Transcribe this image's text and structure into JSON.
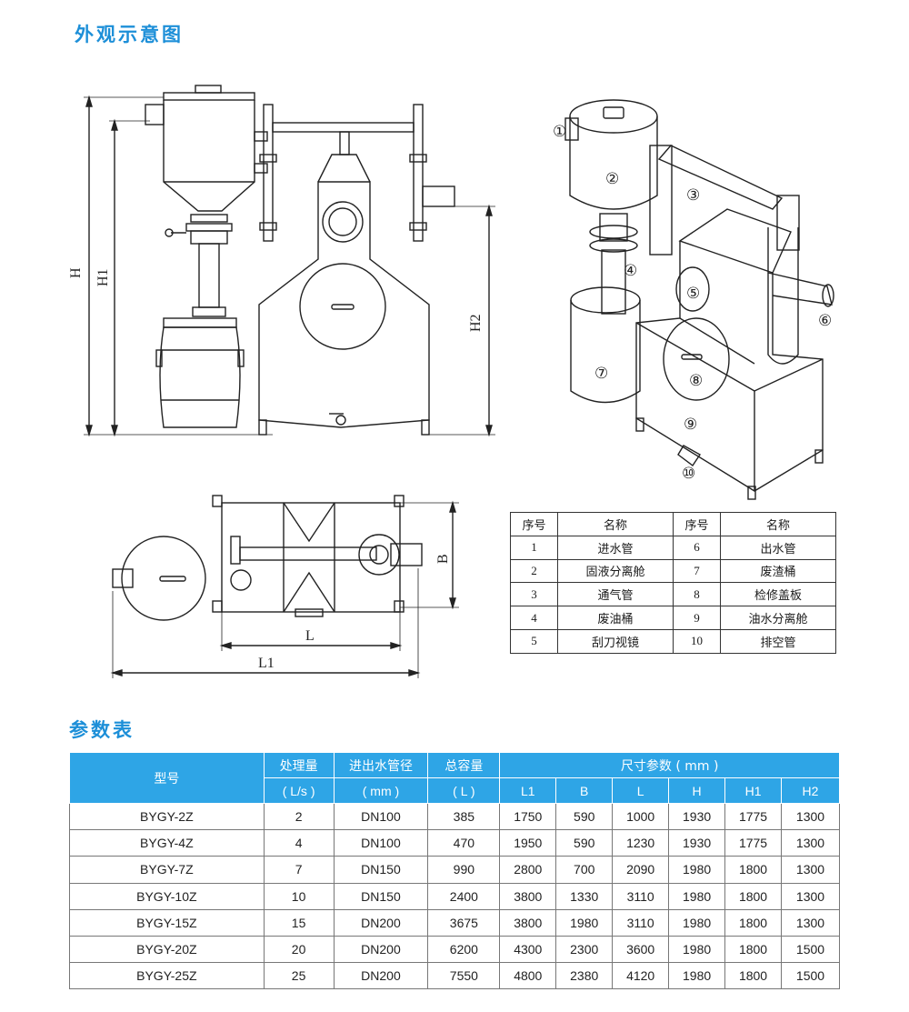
{
  "section1_title": "外观示意图",
  "section2_title": "参数表",
  "dimension_labels": {
    "H": "H",
    "H1": "H1",
    "H2": "H2",
    "B": "B",
    "L": "L",
    "L1": "L1"
  },
  "callouts": [
    "①",
    "②",
    "③",
    "④",
    "⑤",
    "⑥",
    "⑦",
    "⑧",
    "⑨",
    "⑩"
  ],
  "parts_table": {
    "headers": [
      "序号",
      "名称",
      "序号",
      "名称"
    ],
    "rows": [
      [
        "1",
        "进水管",
        "6",
        "出水管"
      ],
      [
        "2",
        "固液分离舱",
        "7",
        "废渣桶"
      ],
      [
        "3",
        "通气管",
        "8",
        "检修盖板"
      ],
      [
        "4",
        "废油桶",
        "9",
        "油水分离舱"
      ],
      [
        "5",
        "刮刀视镜",
        "10",
        "排空管"
      ]
    ]
  },
  "params_table": {
    "header_model": "型号",
    "header_flow": "处理量",
    "header_flow_unit": "( L/s )",
    "header_pipe": "进出水管径",
    "header_pipe_unit": "( mm )",
    "header_volume": "总容量",
    "header_volume_unit": "( L )",
    "header_dims": "尺寸参数 ( mm )",
    "dim_columns": [
      "L1",
      "B",
      "L",
      "H",
      "H1",
      "H2"
    ],
    "rows": [
      [
        "BYGY-2Z",
        "2",
        "DN100",
        "385",
        "1750",
        "590",
        "1000",
        "1930",
        "1775",
        "1300"
      ],
      [
        "BYGY-4Z",
        "4",
        "DN100",
        "470",
        "1950",
        "590",
        "1230",
        "1930",
        "1775",
        "1300"
      ],
      [
        "BYGY-7Z",
        "7",
        "DN150",
        "990",
        "2800",
        "700",
        "2090",
        "1980",
        "1800",
        "1300"
      ],
      [
        "BYGY-10Z",
        "10",
        "DN150",
        "2400",
        "3800",
        "1330",
        "3110",
        "1980",
        "1800",
        "1300"
      ],
      [
        "BYGY-15Z",
        "15",
        "DN200",
        "3675",
        "3800",
        "1980",
        "3110",
        "1980",
        "1800",
        "1300"
      ],
      [
        "BYGY-20Z",
        "20",
        "DN200",
        "6200",
        "4300",
        "2300",
        "3600",
        "1980",
        "1800",
        "1500"
      ],
      [
        "BYGY-25Z",
        "25",
        "DN200",
        "7550",
        "4800",
        "2380",
        "4120",
        "1980",
        "1800",
        "1500"
      ]
    ]
  },
  "colors": {
    "accent": "#1d8fd8",
    "table_header": "#2ea5e6",
    "line": "#222222"
  }
}
